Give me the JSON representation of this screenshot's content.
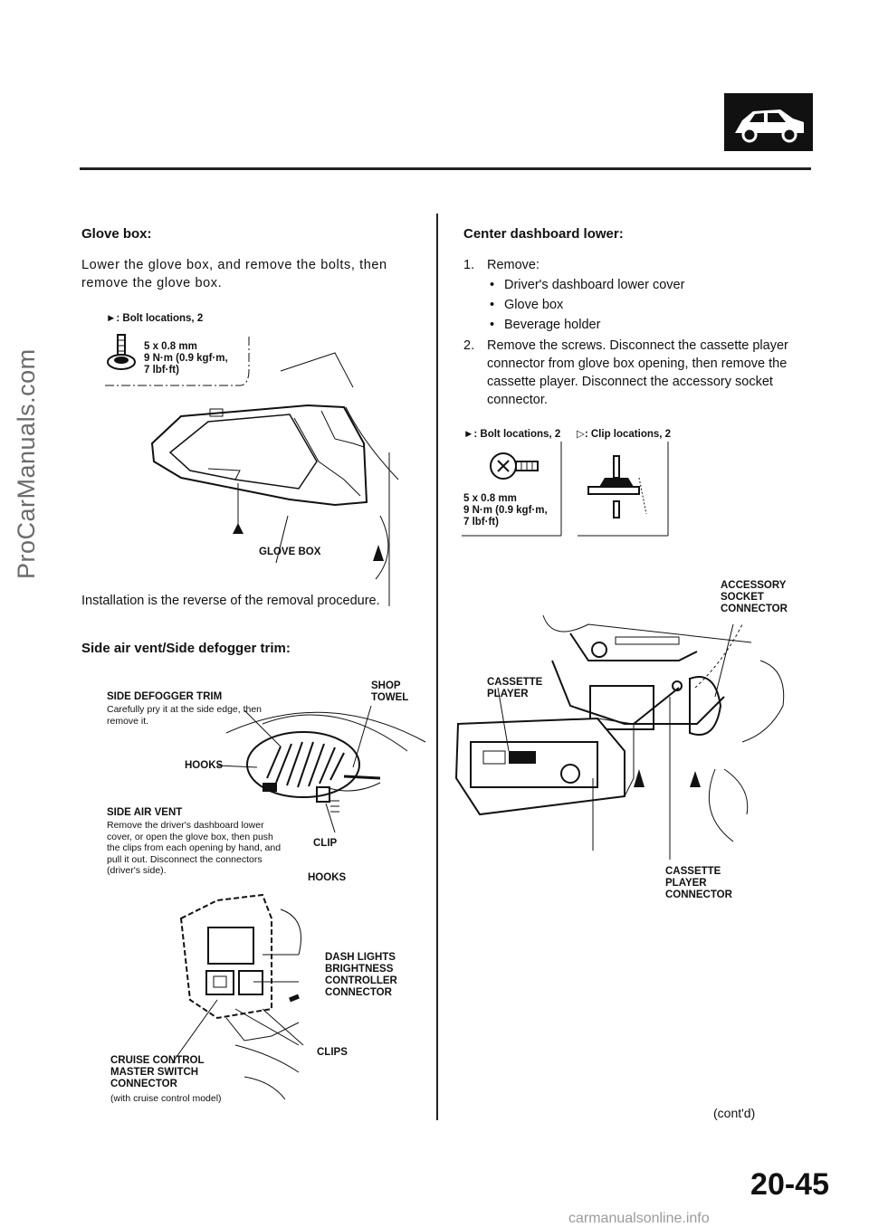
{
  "watermark_side": "ProCarManuals.com",
  "watermark_bottom": "carmanualsonline.info",
  "left": {
    "glove_box": {
      "heading": "Glove box:",
      "body": "Lower the glove box, and remove the bolts, then remove the glove box.",
      "bolt_locations": "►: Bolt locations, 2",
      "spec_lines": [
        "5 x 0.8 mm",
        "9 N·m (0.9 kgf·m,",
        "7 lbf·ft)"
      ],
      "glove_box_label": "GLOVE BOX",
      "install_note": "Installation is the reverse of the removal procedure."
    },
    "side_vent": {
      "heading": "Side air vent/Side defogger trim:",
      "trim_title": "SIDE DEFOGGER TRIM",
      "trim_desc": "Carefully pry it at the side edge, then remove it.",
      "shop_towel": [
        "SHOP",
        "TOWEL"
      ],
      "hooks": "HOOKS",
      "vent_title": "SIDE AIR VENT",
      "vent_desc": "Remove the driver's dashboard lower cover, or open the glove box, then push the clips from each opening by hand, and pull it out. Disconnect the connectors (driver's side).",
      "clip": "CLIP",
      "hooks2": "HOOKS",
      "dash_lights": [
        "DASH LIGHTS",
        "BRIGHTNESS",
        "CONTROLLER",
        "CONNECTOR"
      ],
      "clips": "CLIPS",
      "cruise": [
        "CRUISE CONTROL",
        "MASTER SWITCH",
        "CONNECTOR"
      ],
      "cruise_note": "(with cruise control model)"
    }
  },
  "right": {
    "heading": "Center dashboard lower:",
    "step1_num": "1.",
    "step1": "Remove:",
    "step1_items": [
      "Driver's dashboard lower cover",
      "Glove box",
      "Beverage holder"
    ],
    "step2_num": "2.",
    "step2": "Remove the screws. Disconnect the cassette player connector from glove box opening, then remove the cassette player. Disconnect the accessory socket connector.",
    "bolt_locations": "►: Bolt locations, 2",
    "clip_locations": "▷: Clip locations, 2",
    "spec_lines": [
      "5 x 0.8 mm",
      "9 N·m (0.9 kgf·m,",
      "7 lbf·ft)"
    ],
    "accessory": [
      "ACCESSORY",
      "SOCKET",
      "CONNECTOR"
    ],
    "cassette": [
      "CASSETTE",
      "PLAYER"
    ],
    "cassette_conn": [
      "CASSETTE",
      "PLAYER",
      "CONNECTOR"
    ],
    "cont": "(cont'd)"
  },
  "page_number": "20-45",
  "section_icon": "car-icon"
}
